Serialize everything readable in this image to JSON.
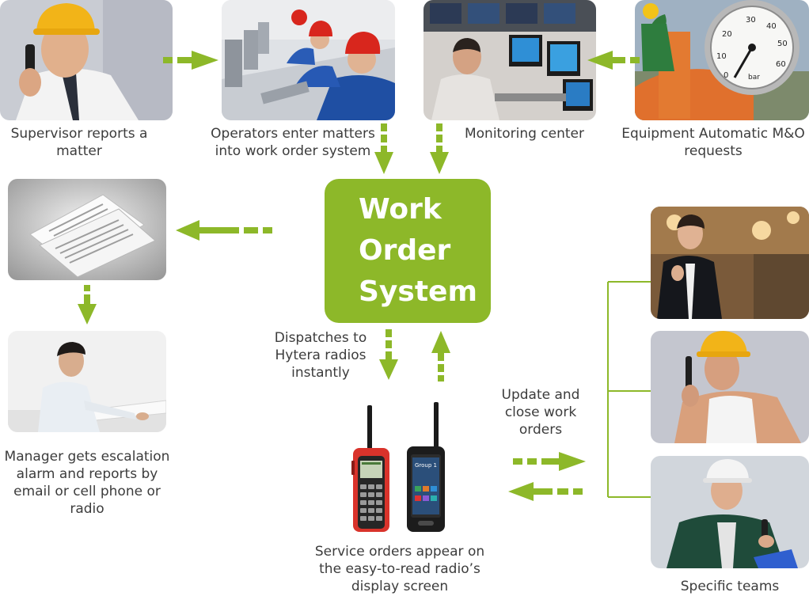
{
  "center_box": {
    "label": "Work\nOrder\nSystem"
  },
  "captions": {
    "supervisor": "Supervisor reports a\nmatter",
    "operators": "Operators enter matters\ninto work order system",
    "monitoring": "Monitoring center",
    "equipment": "Equipment Automatic M&O\nrequests",
    "manager": "Manager gets escalation\nalarm and reports by\nemail or cell phone or\nradio",
    "dispatch": "Dispatches to\nHytera radios\ninstantly",
    "update": "Update and\nclose work\norders",
    "service": "Service orders appear on\nthe easy-to-read radio’s\ndisplay screen",
    "teams": "Specific teams"
  },
  "gauge": {
    "ticks": [
      "0",
      "10",
      "20",
      "30",
      "40",
      "50",
      "60"
    ],
    "unit": "bar"
  },
  "radio_screen": {
    "label": "Group 1"
  },
  "colors": {
    "accent": "#8db829",
    "text": "#3c3c3c"
  }
}
